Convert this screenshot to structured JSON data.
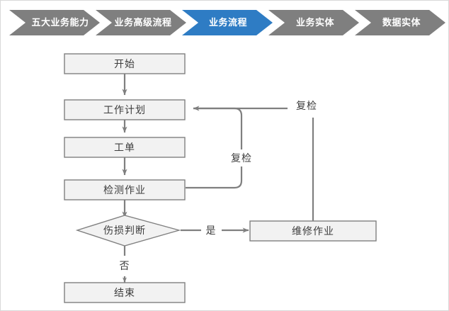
{
  "breadcrumb": {
    "active_color": "#2e7cc4",
    "inactive_color": "#7f7f7f",
    "text_color": "#ffffff",
    "items": [
      {
        "label": "五大业务能力",
        "active": false
      },
      {
        "label": "业务高级流程",
        "active": false
      },
      {
        "label": "业务流程",
        "active": true
      },
      {
        "label": "业务实体",
        "active": false
      },
      {
        "label": "数据实体",
        "active": false
      }
    ]
  },
  "flowchart": {
    "box_fill": "#f2f2f2",
    "box_stroke": "#808080",
    "connector_color": "#7f7f7f",
    "text_color": "#3d3d3d",
    "nodes": [
      {
        "id": "start",
        "shape": "rect",
        "label": "开始"
      },
      {
        "id": "work-plan",
        "shape": "rect",
        "label": "工作计划"
      },
      {
        "id": "work-order",
        "shape": "rect",
        "label": "工单"
      },
      {
        "id": "inspection",
        "shape": "rect",
        "label": "检测作业"
      },
      {
        "id": "decision",
        "shape": "diamond",
        "label": "伤损判断"
      },
      {
        "id": "repair",
        "shape": "rect",
        "label": "维修作业"
      },
      {
        "id": "end",
        "shape": "rect",
        "label": "结束"
      }
    ],
    "edge_labels": [
      {
        "id": "recheck-repair",
        "label": "复检"
      },
      {
        "id": "recheck-inspection",
        "label": "复检"
      },
      {
        "id": "decision-yes",
        "label": "是"
      },
      {
        "id": "decision-no",
        "label": "否"
      }
    ]
  }
}
